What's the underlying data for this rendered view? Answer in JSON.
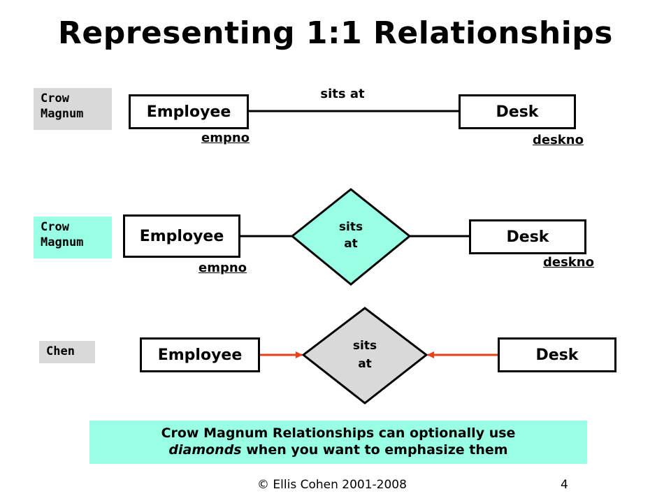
{
  "title": "Representing 1:1 Relationships",
  "rows": [
    {
      "notation": "Crow\nMagnum",
      "left_entity": "Employee",
      "right_entity": "Desk",
      "relationship": "sits at",
      "left_key": "empno",
      "right_key": "deskno"
    },
    {
      "notation": "Crow\nMagnum",
      "left_entity": "Employee",
      "right_entity": "Desk",
      "relationship_line1": "sits",
      "relationship_line2": "at",
      "left_key": "empno",
      "right_key": "deskno"
    },
    {
      "notation": "Chen",
      "left_entity": "Employee",
      "right_entity": "Desk",
      "relationship_line1": "sits",
      "relationship_line2": "at"
    }
  ],
  "note": {
    "line1": "Crow Magnum Relationships can optionally use",
    "line2_em": "diamonds",
    "line2_rest": " when you want to emphasize them"
  },
  "footer": {
    "copyright": "© Ellis Cohen 2001-2008",
    "page_number": "4"
  },
  "colors": {
    "gray_tag": "#d9d9d9",
    "cyan": "#99ffe5",
    "arrow": "#e8401c",
    "chen_diamond": "#d9d9d9"
  }
}
